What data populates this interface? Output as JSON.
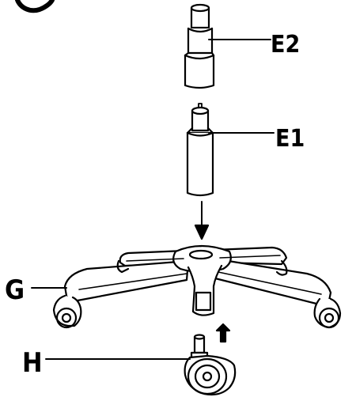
{
  "labels": {
    "e2": "E2",
    "e1": "E1",
    "g": "G",
    "h": "H"
  },
  "colors": {
    "stroke": "#000000",
    "fill": "#ffffff"
  }
}
